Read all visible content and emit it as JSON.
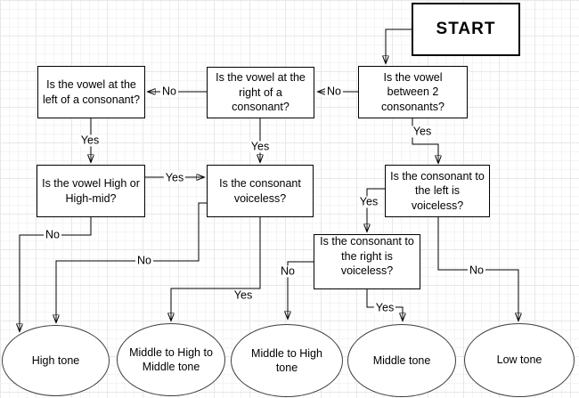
{
  "colors": {
    "background": "#ffffff",
    "grid_minor": "#f5f4f4",
    "grid_major": "#e8e8e8",
    "node_fill": "#ffffff",
    "node_stroke": "#000000",
    "text": "#000000"
  },
  "nodes": {
    "start": {
      "label": "START"
    },
    "q_between": {
      "label": "Is the vowel between 2 consonants?"
    },
    "q_right": {
      "label": "Is the vowel at the right of a consonant?"
    },
    "q_left": {
      "label": "Is the vowel at the left of a consonant?"
    },
    "q_highmid": {
      "label": "Is the vowel High or High-mid?"
    },
    "q_voiceless": {
      "label": "Is the consonant voiceless?"
    },
    "q_leftvoice": {
      "label": "Is the consonant to the left is voiceless?"
    },
    "q_rightvoice": {
      "label": "Is the consonant to the right is voiceless?"
    }
  },
  "terminals": {
    "high": {
      "label": "High tone"
    },
    "mid_high_mid": {
      "label": "Middle to High to Middle tone"
    },
    "mid_high": {
      "label": "Middle to High tone"
    },
    "mid": {
      "label": "Middle tone"
    },
    "low": {
      "label": "Low tone"
    }
  },
  "edges": {
    "start_between": {
      "from": "start",
      "to": "q_between",
      "label": ""
    },
    "between_right_no": {
      "from": "q_between",
      "to": "q_right",
      "label": "No"
    },
    "right_left_no": {
      "from": "q_right",
      "to": "q_left",
      "label": "No"
    },
    "between_leftvoice_yes": {
      "from": "q_between",
      "to": "q_leftvoice",
      "label": "Yes"
    },
    "left_highmid_yes": {
      "from": "q_left",
      "to": "q_highmid",
      "label": "Yes"
    },
    "right_voiceless_yes": {
      "from": "q_right",
      "to": "q_voiceless",
      "label": "Yes"
    },
    "highmid_voiceless_yes": {
      "from": "q_highmid",
      "to": "q_voiceless",
      "label": "Yes"
    },
    "highmid_high_no": {
      "from": "q_highmid",
      "to": "high",
      "label": "No"
    },
    "voiceless_high_no": {
      "from": "q_voiceless",
      "to": "high",
      "label": "No"
    },
    "voiceless_midhighmid_yes": {
      "from": "q_voiceless",
      "to": "mid_high_mid",
      "label": "Yes"
    },
    "leftvoice_rightvoice_yes": {
      "from": "q_leftvoice",
      "to": "q_rightvoice",
      "label": "Yes"
    },
    "leftvoice_low_no": {
      "from": "q_leftvoice",
      "to": "low",
      "label": "No"
    },
    "rightvoice_midhigh_no": {
      "from": "q_rightvoice",
      "to": "mid_high",
      "label": "No"
    },
    "rightvoice_mid_yes": {
      "from": "q_rightvoice",
      "to": "mid",
      "label": "Yes"
    }
  }
}
